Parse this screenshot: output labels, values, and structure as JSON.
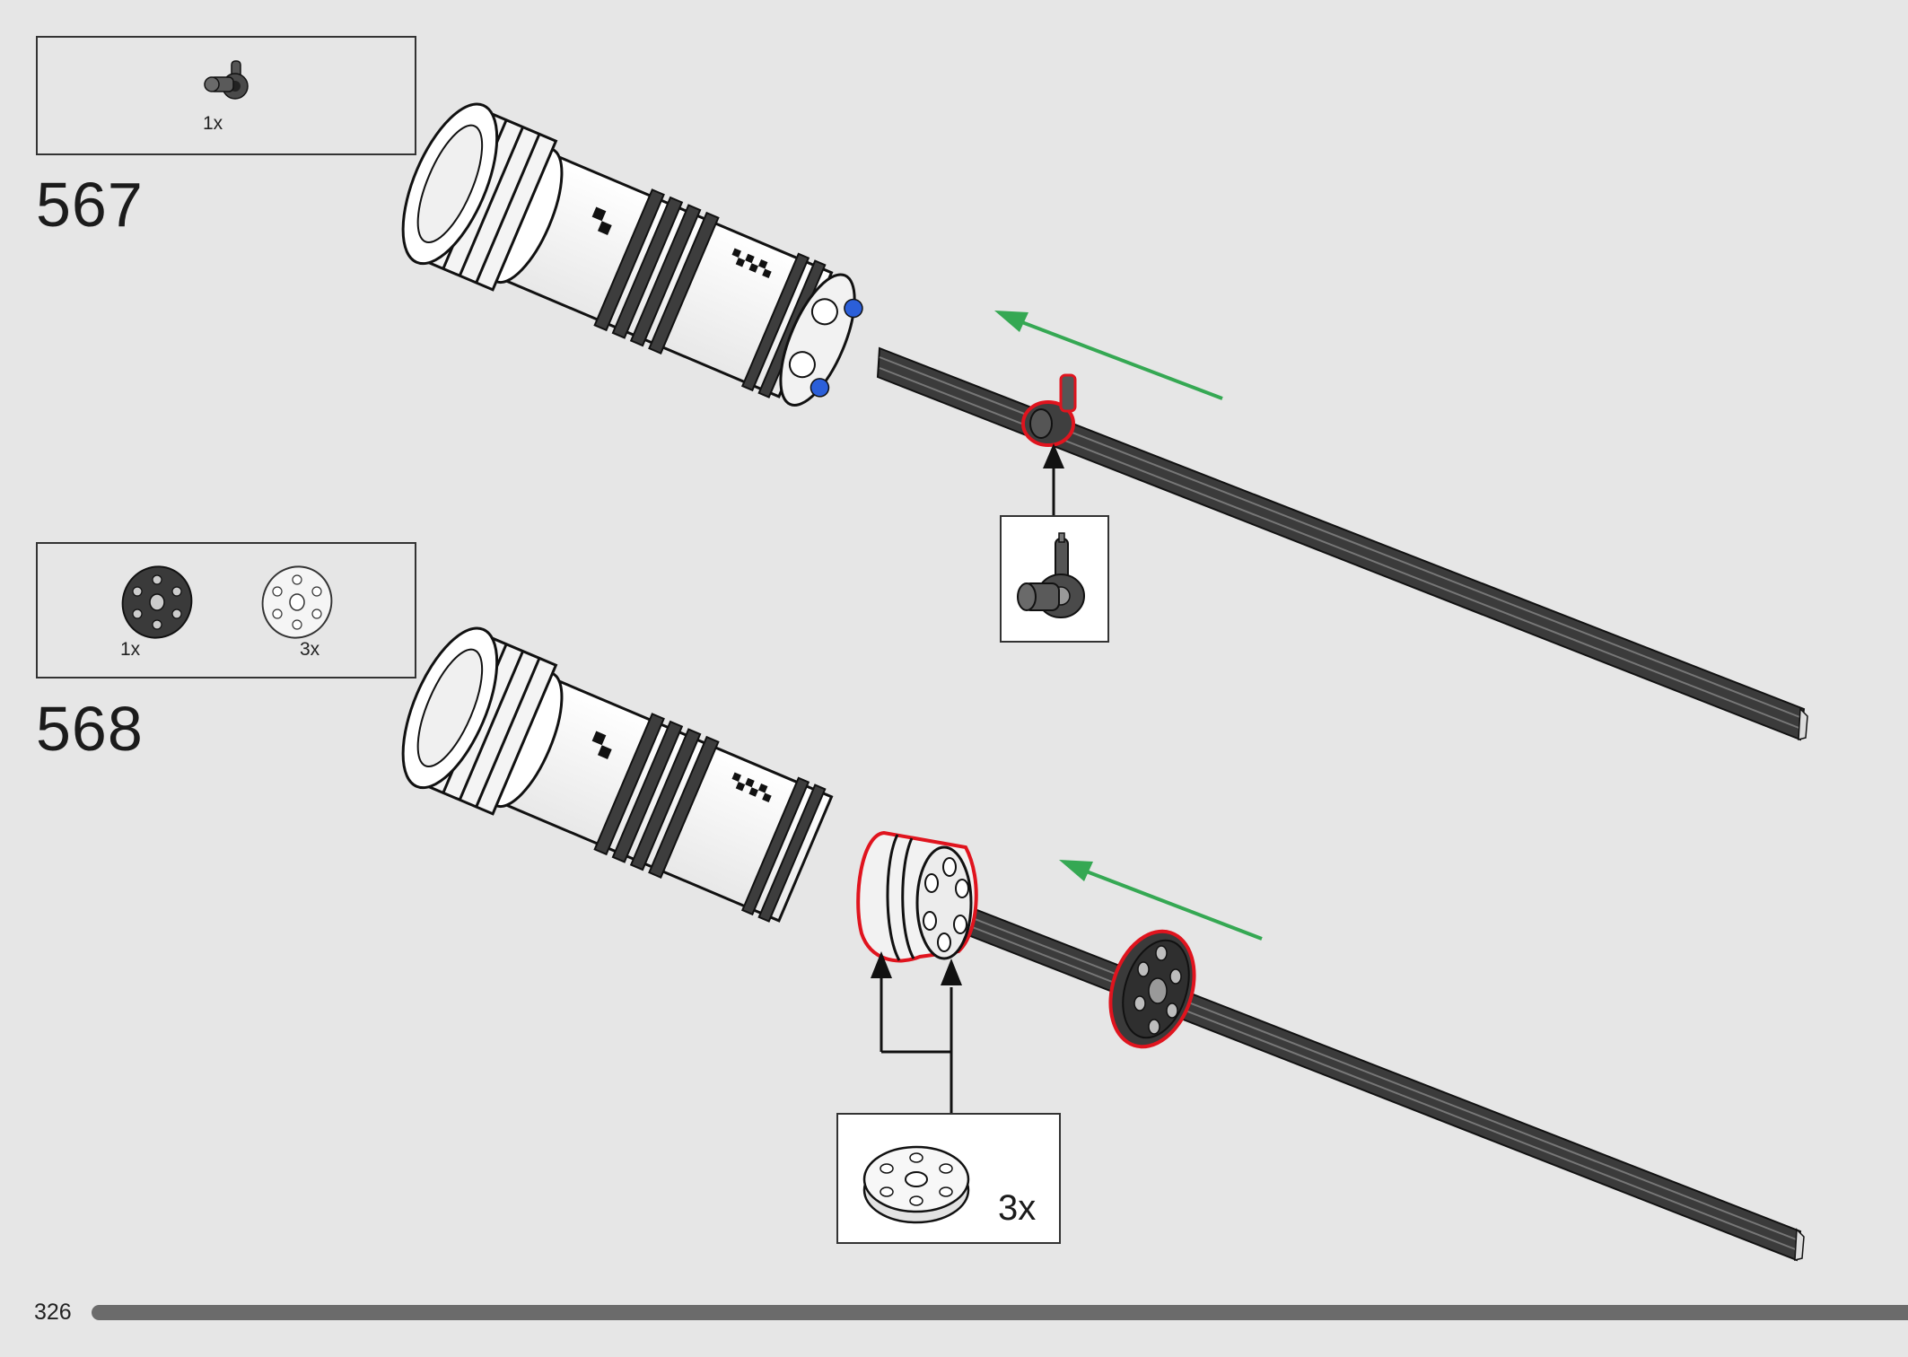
{
  "page": {
    "number": "326"
  },
  "steps": [
    {
      "number": "567",
      "parts": [
        {
          "qty": "1x",
          "icon": "axle-pin-connector-icon"
        }
      ]
    },
    {
      "number": "568",
      "parts": [
        {
          "qty": "1x",
          "icon": "dark-wheel-icon"
        },
        {
          "qty": "3x",
          "icon": "white-wheel-icon"
        }
      ]
    }
  ],
  "callouts": [
    {
      "icon": "connector-callout-icon",
      "qty": ""
    },
    {
      "icon": "wheel-callout-icon",
      "qty": "3x"
    }
  ],
  "colors": {
    "background": "#e6e6e6",
    "highlight": "#e0141e",
    "arrow_green": "#35a853",
    "axle": "#3b3b3b",
    "progress": "#6b6b6b"
  }
}
